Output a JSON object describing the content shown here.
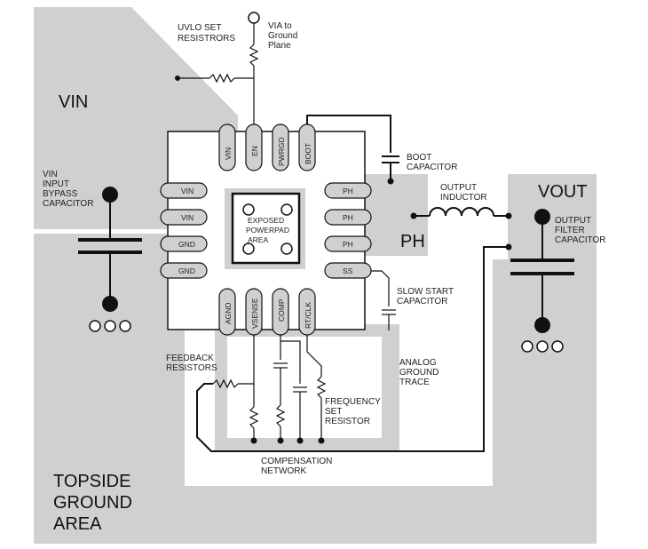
{
  "regions": {
    "vin": "VIN",
    "vout": "VOUT",
    "ph": "PH",
    "topside_ground": [
      "TOPSIDE",
      "GROUND",
      "AREA"
    ]
  },
  "pins": {
    "top": [
      "VIN",
      "EN",
      "PWRGD",
      "BOOT"
    ],
    "left": [
      "VIN",
      "VIN",
      "GND",
      "GND"
    ],
    "right": [
      "PH",
      "PH",
      "PH",
      "SS"
    ],
    "bottom": [
      "AGND",
      "VSENSE",
      "COMP",
      "RT/CLK"
    ]
  },
  "powerpad": [
    "EXPOSED",
    "POWERPAD",
    "AREA"
  ],
  "labels": {
    "uvlo": [
      "UVLO SET",
      "RESISTRORS"
    ],
    "via": [
      "VIA to",
      "Ground",
      "Plane"
    ],
    "boot_cap": [
      "BOOT",
      "CAPACITOR"
    ],
    "out_inductor": [
      "OUTPUT",
      "INDUCTOR"
    ],
    "vin_cap": [
      "VIN",
      "INPUT",
      "BYPASS",
      "CAPACITOR"
    ],
    "out_cap": [
      "OUTPUT",
      "FILTER",
      "CAPACITOR"
    ],
    "slow_start": [
      "SLOW START",
      "CAPACITOR"
    ],
    "analog_gnd": [
      "ANALOG",
      "GROUND",
      "TRACE"
    ],
    "feedback": [
      "FEEDBACK",
      "RESISTORS"
    ],
    "freq": [
      "FREQUENCY",
      "SET",
      "RESISTOR"
    ],
    "comp": [
      "COMPENSATION",
      "NETWORK"
    ]
  },
  "colors": {
    "plane": "#d0d0d0",
    "trace": "#111111"
  }
}
